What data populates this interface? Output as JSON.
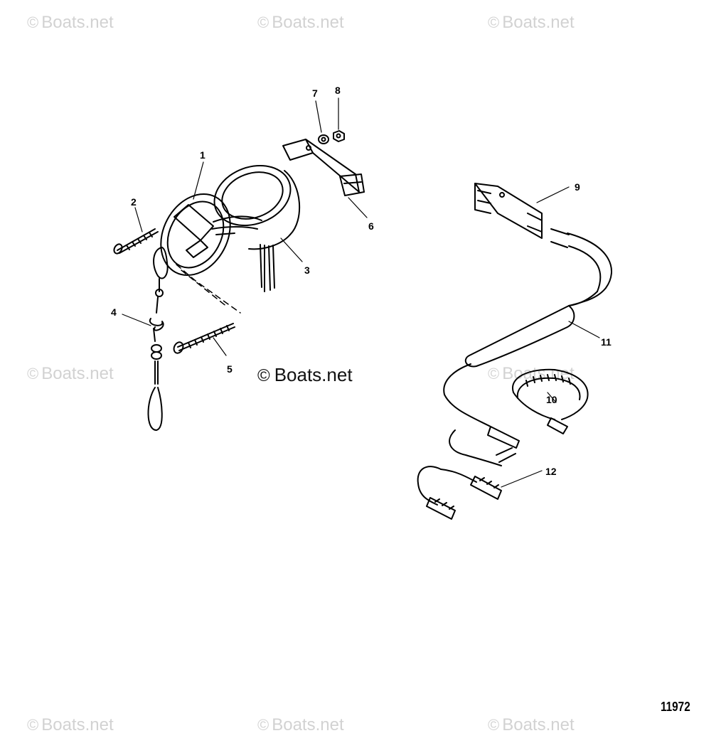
{
  "watermarks": {
    "text": "Boats.net",
    "symbol": "©"
  },
  "center_watermark": {
    "symbol": "©",
    "text": "Boats.net"
  },
  "callouts": [
    "1",
    "2",
    "3",
    "4",
    "5",
    "6",
    "7",
    "8",
    "9",
    "10",
    "11",
    "12"
  ],
  "diagram_code": "11972"
}
